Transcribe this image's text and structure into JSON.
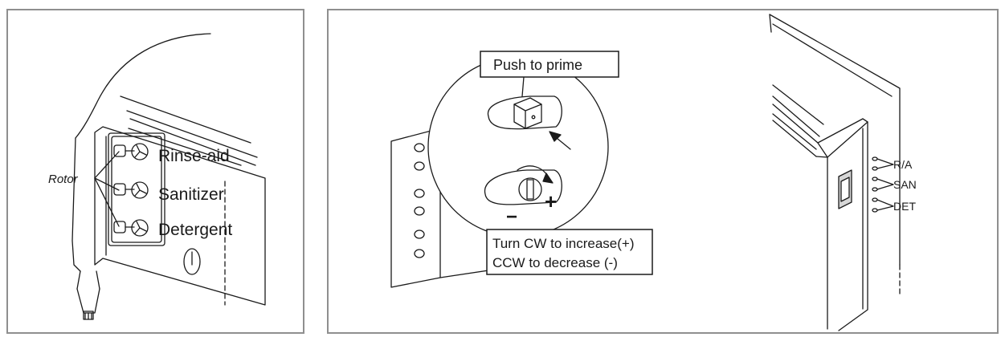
{
  "panel_left": {
    "rotor_label": "Rotor",
    "labels": [
      "Rinse-aid",
      "Sanitizer",
      "Detergent"
    ]
  },
  "panel_right": {
    "prime_label": "Push to prime",
    "plus_sign": "+",
    "minus_sign": "−",
    "adjust_line1": "Turn CW to increase(+)",
    "adjust_line2": "CCW to decrease (-)",
    "side_labels": [
      "R/A",
      "SAN",
      "DET"
    ]
  },
  "colors": {
    "stroke": "#1a1a1a",
    "frame": "#8f8f8f",
    "shade": "#d6d6d6"
  }
}
